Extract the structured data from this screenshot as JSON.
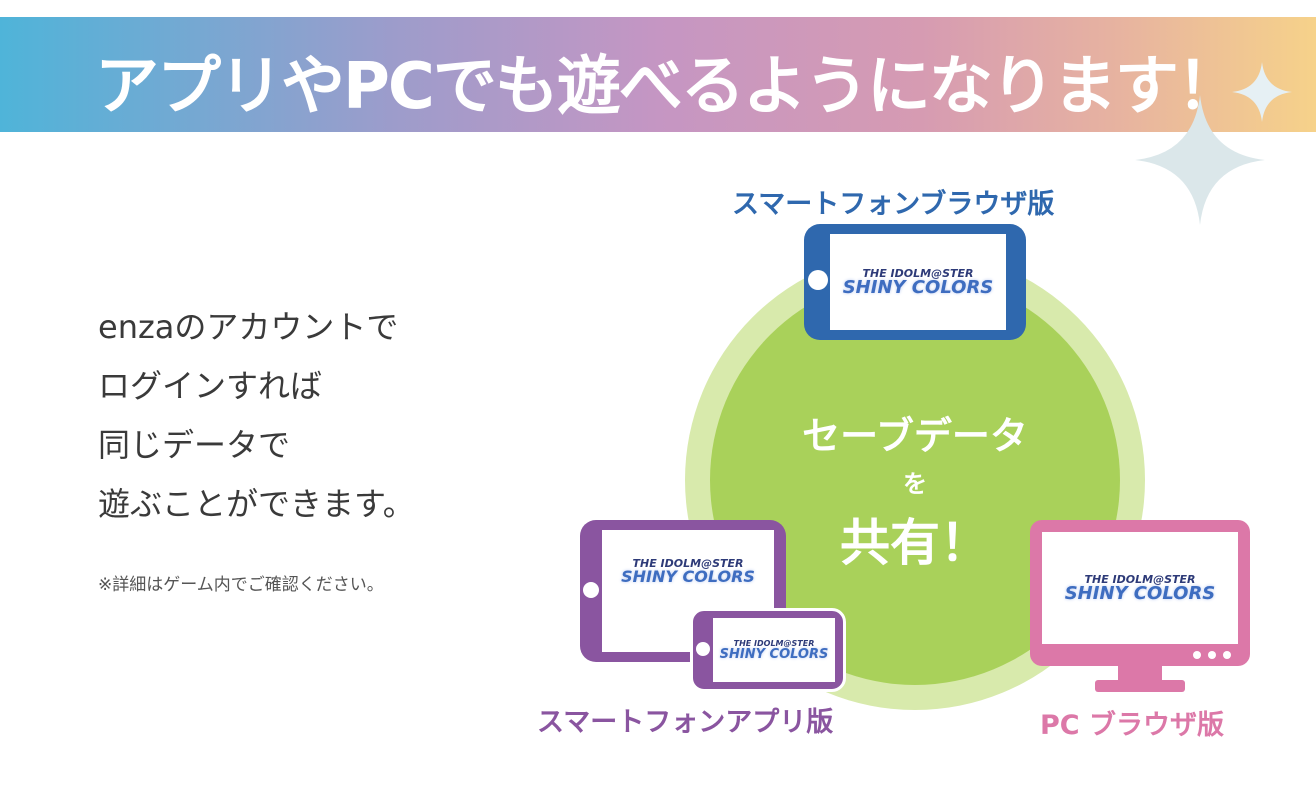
{
  "banner": {
    "title": "アプリやPCでも遊べるようになります！"
  },
  "lead": {
    "lines": [
      "enzaのアカウントで",
      "ログインすれば",
      "同じデータで",
      "遊ぶことができます。"
    ],
    "note": "※詳細はゲーム内でご確認ください。"
  },
  "center": {
    "line1": "セーブデータ",
    "line2": "を",
    "line3": "共有！"
  },
  "devices": {
    "smartphone_browser": {
      "label": "スマートフォンブラウザ版",
      "color": "#2f68ae"
    },
    "smartphone_app": {
      "label": "スマートフォンアプリ版",
      "color": "#8a55a0"
    },
    "pc_browser": {
      "label": "PC ブラウザ版",
      "color": "#dc78a8"
    }
  },
  "logo": {
    "top": "THE IDOLM@STER",
    "main": "SHINY COLORS"
  }
}
